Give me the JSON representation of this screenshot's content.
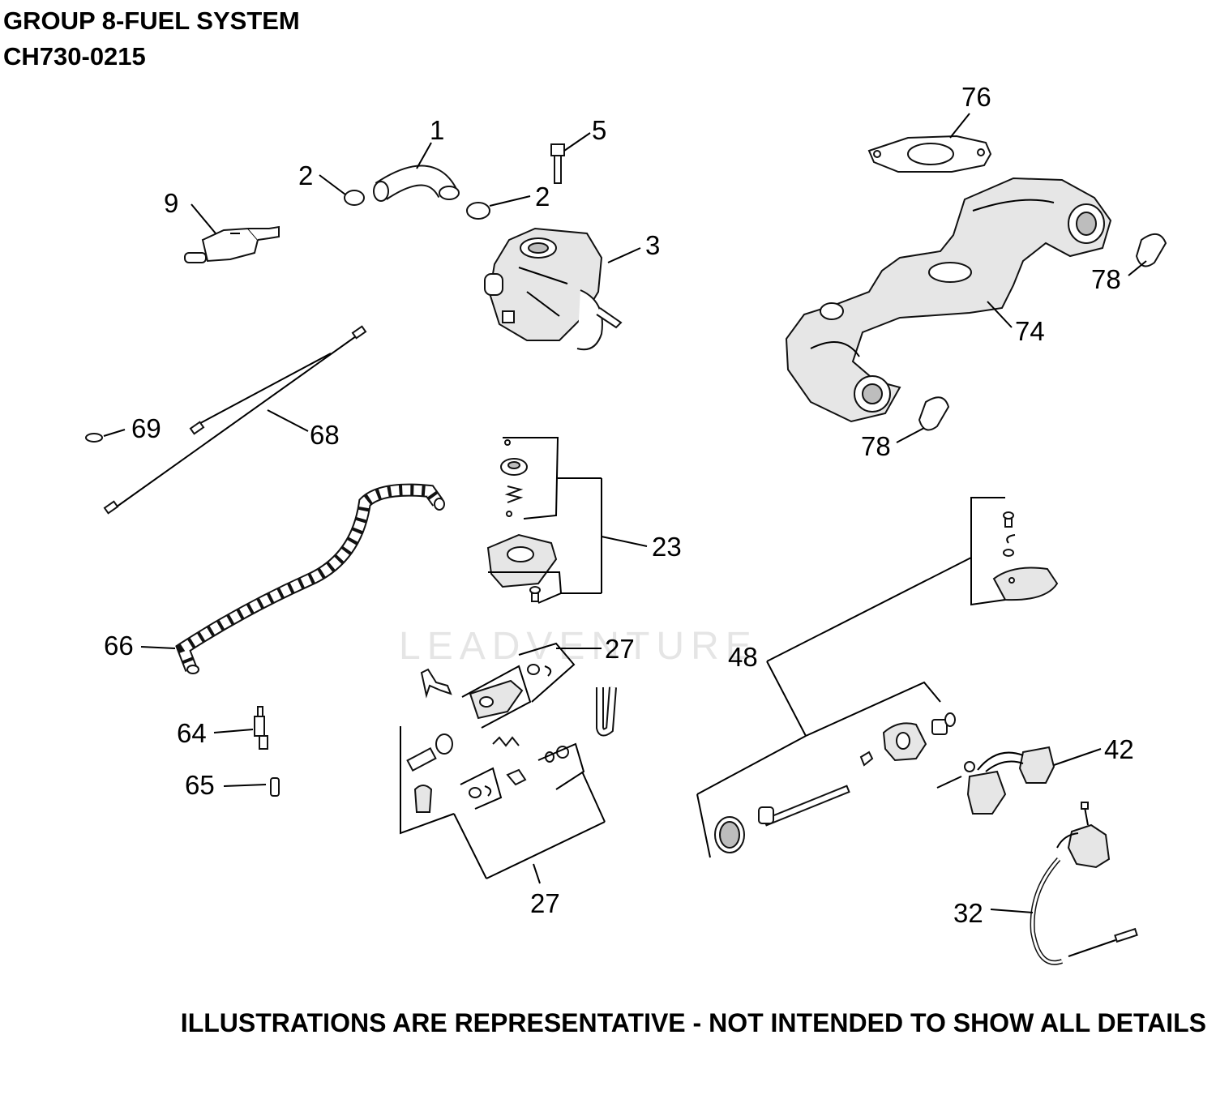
{
  "header": {
    "title": "GROUP 8-FUEL SYSTEM",
    "model": "CH730-0215"
  },
  "footer": {
    "disclaimer": "ILLUSTRATIONS ARE REPRESENTATIVE - NOT INTENDED TO SHOW ALL DETAILS"
  },
  "watermark": {
    "text": "LEADVENTURE"
  },
  "callouts": {
    "c1": "1",
    "c2a": "2",
    "c2b": "2",
    "c3": "3",
    "c5": "5",
    "c9": "9",
    "c23": "23",
    "c27a": "27",
    "c27b": "27",
    "c32": "32",
    "c42": "42",
    "c48": "48",
    "c64": "64",
    "c65": "65",
    "c66": "66",
    "c68": "68",
    "c69": "69",
    "c74": "74",
    "c76": "76",
    "c78a": "78",
    "c78b": "78"
  }
}
